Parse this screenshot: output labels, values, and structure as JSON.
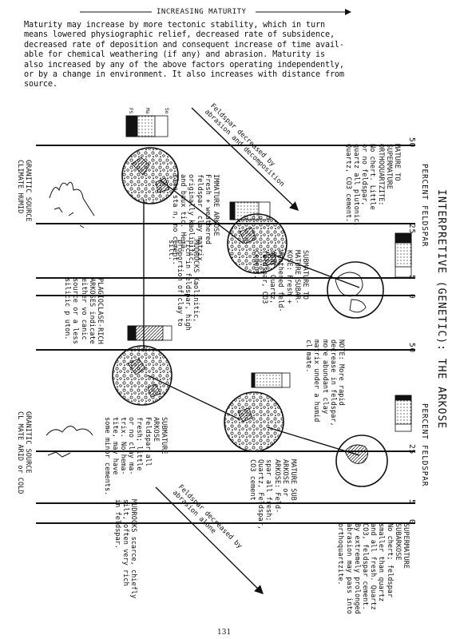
{
  "header": {
    "maturity_label": "INCREASING MATURITY",
    "intro_lines": [
      "Maturity may increase by more tectonic stability, which in turn",
      "means lowered physiographic relief, decreased rate of subsidence,",
      "decreased rate of deposition and consequent increase of time avail-",
      "able for chemical weathering (if any) and abrasion.  Maturity is",
      "also increased by any of the above factors operating independently,",
      "or by a change in environment.  It also increases with distance from",
      "source."
    ]
  },
  "title": "INTERPRETIVE (GENETIC): THE ARKOSE",
  "axis": {
    "label_top": "PERCENT FELDSPAR",
    "label_bottom": "PERCENT FELDSPAR",
    "ticks_top": [
      "50",
      "25",
      "5",
      "0"
    ],
    "ticks_bottom": [
      "50",
      "25",
      "5",
      "0"
    ]
  },
  "sources": {
    "humid": "GRANITIC SOURCE\nCLIMATE HUMID",
    "arid": "GRANITIC SOURCE\nCL MATE ARID or COLD"
  },
  "arrows": {
    "top": "Feldspar decreased by\nabrasion and decomposition",
    "bottom": "Feldspar decreased by\nabrasion alone"
  },
  "descriptions": {
    "immature_arkose": "IMMATURE ARKOSE\nFresh + weathered\nfeldspar, clay matrix\noriginally kaolinitic\nand baux tic. Hema-\ntite sta n, no cement.",
    "mudrocks_kaolinitic": "MUDROCKS Kaolinitic,\nrich in feldspar, high\nproportion of clay to\nsilt.",
    "submature_subarkose": "SUBMATURE TO\nMATURE SUBAR-\nKOSE: Fresh +\nweathered feld-\nspar. Quartz,\nfeldspar, CO3\ncement.",
    "mature_orthoquartzite": "MATURE TO\nSUPERMATURE\nORTHOQUARTZITE:\nNo chert. Little\nor no feldspar,\nquartz all plutonic.\nQuartz, CO3 cement.",
    "note": "NOTE: More rapid\ndecrease in feldspar,\nmore abundant clay\nmatrix under a humid\ncl mate.",
    "plagioclase_arkoses": "PLAGIOCLASE-RICH\nARKOSES indicate\neither vo canic\nsource or a less\nsilicic p uton.",
    "submature_arkose": "SUBMATURE\nARKOSE\nFeldspar all\nfresh; little\nor no clay ma-\ntrix. No hema-\ntite, may have\nsome minor cements.",
    "mature_subarkose": "MATURE SUB-\nARKOSE or\nARKOSE: Feld-\nspar all fresh;\nQuartz, Feldspar,\nCO3 cement.",
    "supermature_subarkose": "SUPERMATURE\nSUBARKOSE\nNo chert; feldspar\nsmaller than quartz\nand all fresh. Quartz\nCO3, feldspar cement.\nBy extremely prolonged\nabrasion may pass into\northoquartzite.",
    "mudrocks_scarce": "MUDROCKS scarce, chiefly\nsilt, often very rich\nin feldspar."
  },
  "column_labels": {
    "fs": "FS",
    "ma": "Ma",
    "so": "So"
  },
  "page_number": "131"
}
